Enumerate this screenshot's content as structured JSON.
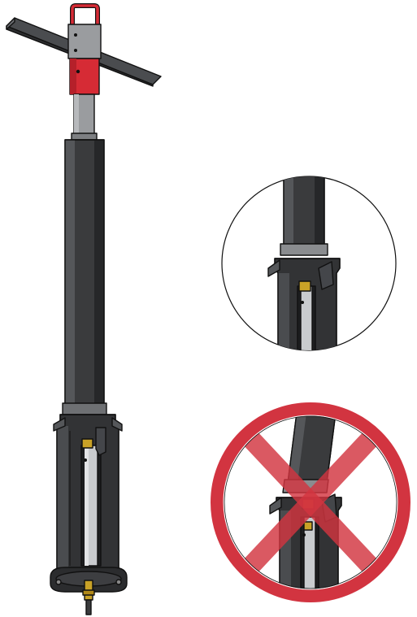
{
  "figure": {
    "main_tool": {
      "parts": [
        "t-handle",
        "red-collar",
        "upper-rod",
        "outer-tube",
        "base-housing",
        "base-flange",
        "brass-fitting"
      ]
    },
    "detail_correct": {
      "status": "correct"
    },
    "detail_incorrect": {
      "status": "incorrect"
    },
    "colors": {
      "tube_dark": "#3a3b3d",
      "tube_mid": "#55575a",
      "rod_grey": "#9a9c9f",
      "collar_red": "#d62b35",
      "prohibition_red": "#d23440",
      "brass": "#c9a227",
      "outline": "#111111"
    },
    "icons": [
      "prohibition-icon"
    ]
  }
}
